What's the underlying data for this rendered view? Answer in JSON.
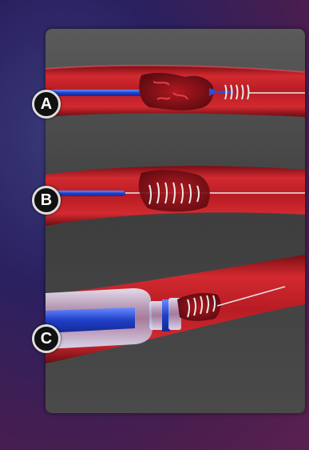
{
  "steps": [
    {
      "label": "A"
    },
    {
      "label": "B"
    },
    {
      "label": "C"
    }
  ],
  "colors": {
    "vessel": "#c8202a",
    "vessel_dark": "#7a0e14",
    "catheter": "#2a4fd8",
    "clot": "#8a1018",
    "coil": "#e8e8e8"
  }
}
